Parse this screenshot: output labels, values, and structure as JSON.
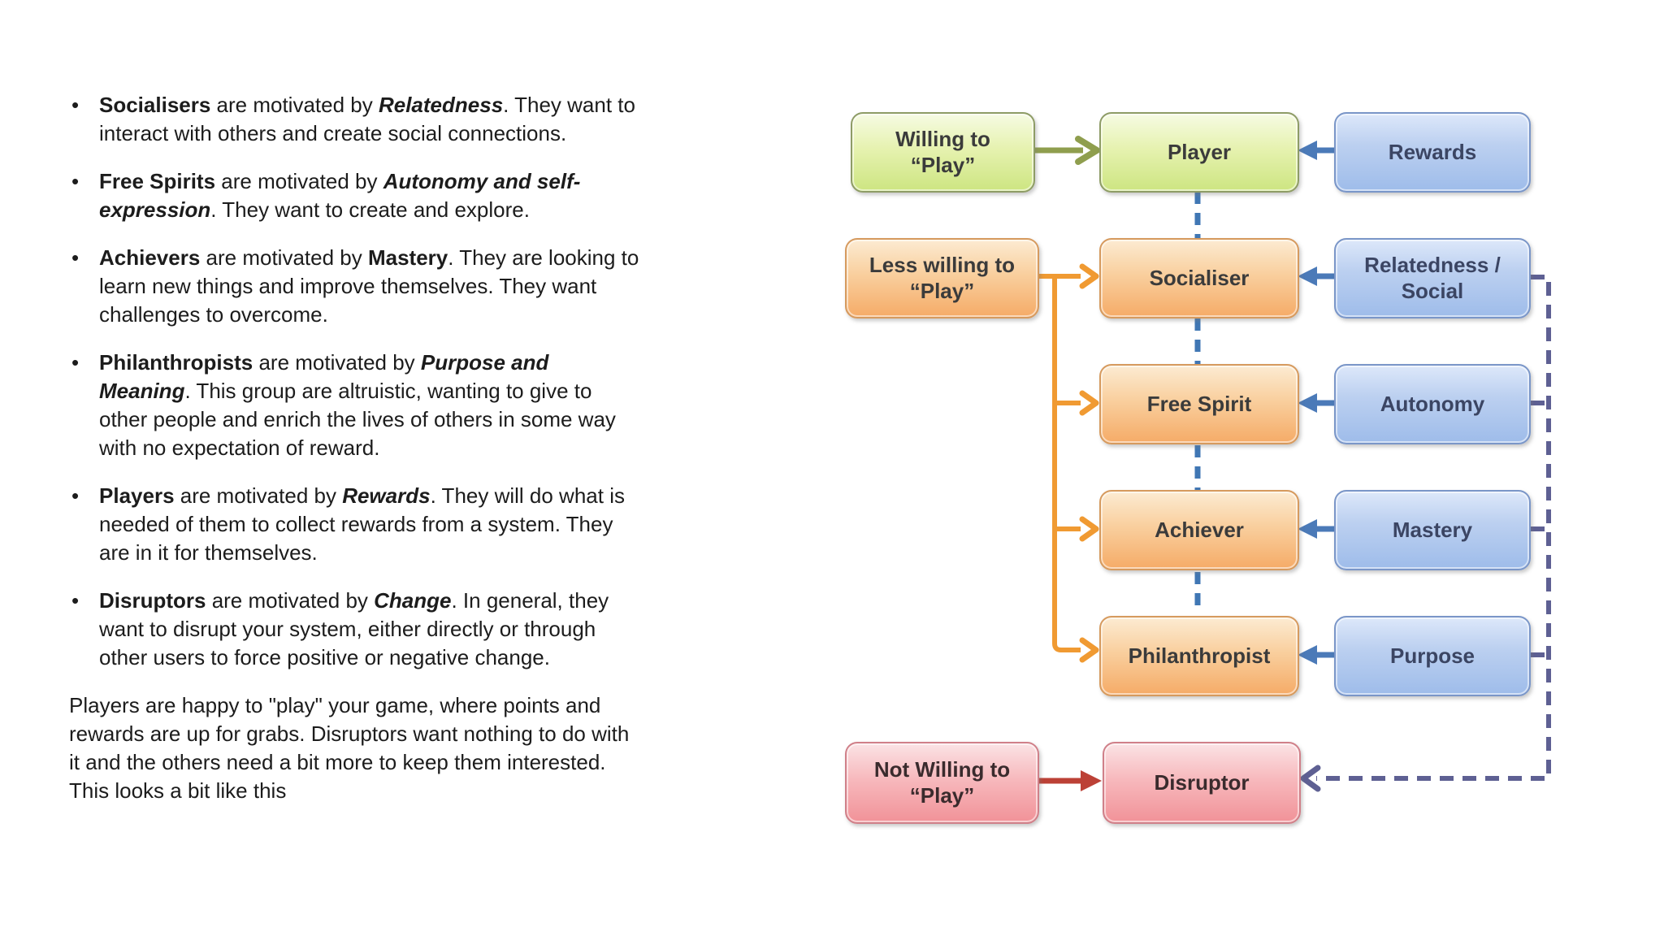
{
  "colors": {
    "green_top": "#f6fbe3",
    "green_bottom": "#cde581",
    "green_border": "#8e9c66",
    "blue_top": "#dde8fa",
    "blue_bottom": "#9ebcea",
    "blue_border": "#7a96c8",
    "orange_top": "#fcebd2",
    "orange_bottom": "#f5ab67",
    "orange_border": "#d69a5e",
    "pink_top": "#fbe3e5",
    "pink_bottom": "#f19298",
    "pink_border": "#d08089",
    "arrow_olive": "#8f9e4e",
    "arrow_blue": "#4b7ab8",
    "arrow_orange": "#f09a32",
    "arrow_red": "#bc4136",
    "dash_blue": "#4077b4",
    "dash_purple": "#5e6093",
    "text_dark": "#3b3b3b",
    "text_blue_box": "#3b4563"
  },
  "bullets": [
    {
      "lead": "Socialisers",
      "mid": " are motivated by ",
      "motivator": "Relatedness",
      "motivator_style": "bold-italic",
      "rest": ". They want to interact with others and create social connections."
    },
    {
      "lead": "Free Spirits",
      "mid": " are motivated by ",
      "motivator": "Autonomy and self-expression",
      "motivator_style": "bold-italic",
      "rest": ". They want to create and explore."
    },
    {
      "lead": "Achievers",
      "mid": " are motivated by ",
      "motivator": "Mastery",
      "motivator_style": "bold",
      "rest": ". They are looking to learn new things and improve themselves. They want challenges to overcome."
    },
    {
      "lead": "Philanthropists",
      "mid": " are motivated by ",
      "motivator": "Purpose and Meaning",
      "motivator_style": "bold-italic",
      "rest": ". This group are altruistic, wanting to give to other people and enrich the lives of others in some way with no expectation of reward."
    },
    {
      "lead": "Players",
      "mid": " are motivated by ",
      "motivator": "Rewards",
      "motivator_style": "bold-italic",
      "rest": ". They will do what is needed of them to collect rewards from a system. They are in it for themselves."
    },
    {
      "lead": "Disruptors",
      "mid": " are motivated by ",
      "motivator": "Change",
      "motivator_style": "bold-italic",
      "rest": ". In general, they want to disrupt your system, either directly or through other users to force positive or negative change."
    }
  ],
  "closing_paragraph": "Players are happy to \"play\" your game, where points and rewards are up for grabs. Disruptors want nothing to do with it and the others need a bit more to keep them interested. This looks a bit like this",
  "diagram": {
    "nodes": [
      {
        "id": "willing",
        "label": "Willing to\n“Play”",
        "color": "green"
      },
      {
        "id": "player",
        "label": "Player",
        "color": "green"
      },
      {
        "id": "rewards",
        "label": "Rewards",
        "color": "blue"
      },
      {
        "id": "less_willing",
        "label": "Less willing to\n“Play”",
        "color": "orange"
      },
      {
        "id": "socialiser",
        "label": "Socialiser",
        "color": "orange"
      },
      {
        "id": "relatedness",
        "label": "Relatedness /\nSocial",
        "color": "blue"
      },
      {
        "id": "free_spirit",
        "label": "Free Spirit",
        "color": "orange"
      },
      {
        "id": "autonomy",
        "label": "Autonomy",
        "color": "blue"
      },
      {
        "id": "achiever",
        "label": "Achiever",
        "color": "orange"
      },
      {
        "id": "mastery",
        "label": "Mastery",
        "color": "blue"
      },
      {
        "id": "philanthropist",
        "label": "Philanthropist",
        "color": "orange"
      },
      {
        "id": "purpose",
        "label": "Purpose",
        "color": "blue"
      },
      {
        "id": "not_willing",
        "label": "Not Willing to\n“Play”",
        "color": "pink"
      },
      {
        "id": "disruptor",
        "label": "Disruptor",
        "color": "pink"
      }
    ],
    "edges": [
      {
        "from": "willing",
        "to": "player",
        "style": "solid",
        "color": "olive"
      },
      {
        "from": "rewards",
        "to": "player",
        "style": "solid",
        "color": "blue"
      },
      {
        "from": "less_willing",
        "to": "socialiser",
        "style": "solid",
        "color": "orange"
      },
      {
        "from": "less_willing",
        "to": "free_spirit",
        "style": "solid",
        "color": "orange"
      },
      {
        "from": "less_willing",
        "to": "achiever",
        "style": "solid",
        "color": "orange"
      },
      {
        "from": "less_willing",
        "to": "philanthropist",
        "style": "solid",
        "color": "orange"
      },
      {
        "from": "relatedness",
        "to": "socialiser",
        "style": "solid",
        "color": "blue"
      },
      {
        "from": "autonomy",
        "to": "free_spirit",
        "style": "solid",
        "color": "blue"
      },
      {
        "from": "mastery",
        "to": "achiever",
        "style": "solid",
        "color": "blue"
      },
      {
        "from": "purpose",
        "to": "philanthropist",
        "style": "solid",
        "color": "blue"
      },
      {
        "from": "not_willing",
        "to": "disruptor",
        "style": "solid",
        "color": "red"
      },
      {
        "from": "player",
        "to": "philanthropist",
        "style": "dashed",
        "color": "blue",
        "note": "vertical chain passing socialiser, free_spirit, achiever"
      },
      {
        "from": "relatedness",
        "to": "disruptor",
        "style": "dashed",
        "color": "purple"
      },
      {
        "from": "autonomy",
        "to": "disruptor",
        "style": "dashed",
        "color": "purple"
      },
      {
        "from": "mastery",
        "to": "disruptor",
        "style": "dashed",
        "color": "purple"
      },
      {
        "from": "purpose",
        "to": "disruptor",
        "style": "dashed",
        "color": "purple"
      }
    ]
  }
}
